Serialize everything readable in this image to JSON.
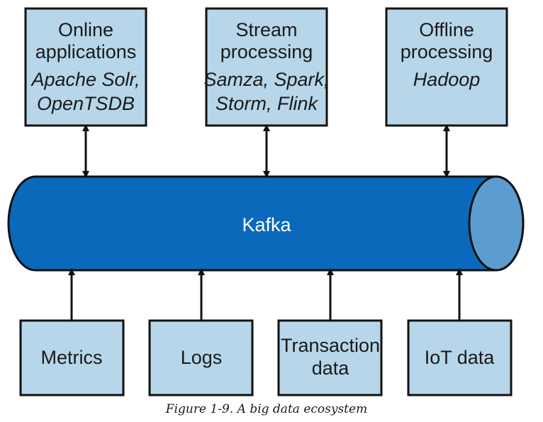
{
  "figure": {
    "caption": "Figure 1-9. A big data ecosystem",
    "bus": {
      "label": "Kafka"
    },
    "consumers": [
      {
        "title_lines": [
          "Online",
          "applications"
        ],
        "sub_lines": [
          "Apache Solr,",
          "OpenTSDB"
        ]
      },
      {
        "title_lines": [
          "Stream",
          "processing"
        ],
        "sub_lines": [
          "Samza, Spark,",
          "Storm, Flink"
        ]
      },
      {
        "title_lines": [
          "Offline",
          "processing"
        ],
        "sub_lines": [
          "Hadoop"
        ]
      }
    ],
    "producers": [
      {
        "title_lines": [
          "Metrics"
        ]
      },
      {
        "title_lines": [
          "Logs"
        ]
      },
      {
        "title_lines": [
          "Transaction",
          "data"
        ]
      },
      {
        "title_lines": [
          "IoT data"
        ]
      }
    ],
    "colors": {
      "box_fill": "#b7d6ea",
      "box_stroke": "#111111",
      "bus_fill": "#0a69bb",
      "bus_end": "#5b9dd1",
      "arrow": "#111111"
    }
  }
}
